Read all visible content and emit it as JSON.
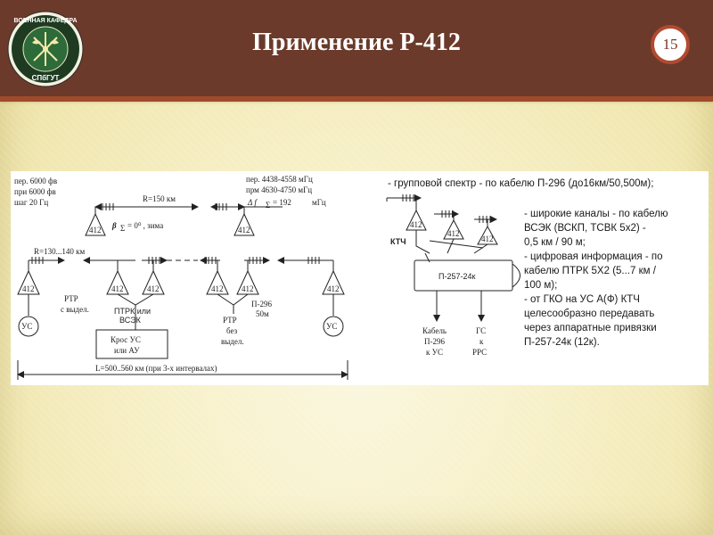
{
  "slide": {
    "title": "Применение Р-412",
    "page_number": "15",
    "logo_top_text": "ВОЕННАЯ КАФЕДРА",
    "logo_bottom_text": "СПбГУТ"
  },
  "left_diagram": {
    "tl1": "пер. 6000 фв",
    "tl2": "при 6000 фв",
    "tl3": "шаг 20 Гц",
    "r150": "R=150 км",
    "beta": "β",
    "beta_sub": "Σ",
    "beta_eq": "= 0⁰ , зима",
    "tr1": "пер. 4438-4558 мГц",
    "tr2": "прм 4630-4750 мГц",
    "tr3": "Δ f",
    "tr3_sub": "Σ",
    "tr3_val": "= 192",
    "tr3_unit": "мГц",
    "r130": "R=130...140 км",
    "rtr1": "РТР",
    "rtr1b": "с выдел.",
    "ptrk1": "ПТРК или",
    "ptrk2": "ВСЭК",
    "cross1": "Крос УС",
    "cross2": "или АУ",
    "rtr2": "РТР",
    "rtr2b": "без",
    "rtr2c": "выдел.",
    "p296": "П-296",
    "p296b": "50м",
    "us": "УС",
    "unit": "412",
    "length": "L=500..560 км (при 3-х интервалах)"
  },
  "right_diagram": {
    "ktch": "КТЧ",
    "p257": "П-257-24к",
    "cable1": "Кабель",
    "cable2": "П-296",
    "cable3": "к УС",
    "gs1": "ГС",
    "gs2": "к",
    "gs3": "РРС",
    "unit": "412"
  },
  "notes": {
    "line1": "- групповой спектр - по кабелю П-296 (до16км/50,500м);",
    "wide": [
      "- широкие каналы - по кабелю",
      "ВСЭК  (ВСКП, ТСВК  5х2) -",
      "0,5 км / 90 м;",
      "- цифровая информация - по",
      "кабелю ПТРК 5Х2  (5...7 км /",
      "100 м);",
      "- от ГКО на УС А(Ф) КТЧ",
      "целесообразно передавать",
      "через аппаратные привязки",
      "П-257-24к (12к)."
    ]
  }
}
